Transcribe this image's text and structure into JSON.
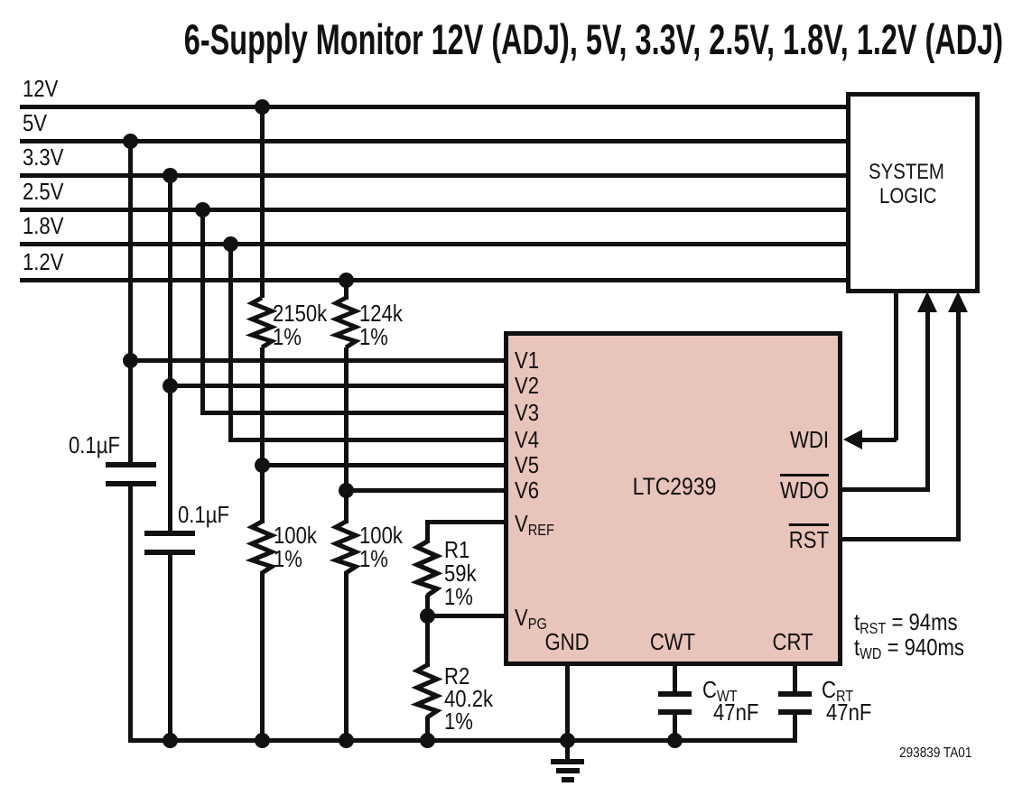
{
  "title": "6-Supply Monitor 12V (ADJ), 5V, 3.3V, 2.5V, 1.8V, 1.2V (ADJ)",
  "rails": {
    "labels": [
      "12V",
      "5V",
      "3.3V",
      "2.5V",
      "1.8V",
      "1.2V"
    ]
  },
  "system_logic": {
    "line1": "SYSTEM",
    "line2": "LOGIC"
  },
  "ic": {
    "name": "LTC2939",
    "pins": {
      "v1": "V1",
      "v2": "V2",
      "v3": "V3",
      "v4": "V4",
      "v5": "V5",
      "v6": "V6",
      "vref_main": "V",
      "vref_sub": "REF",
      "vpg_main": "V",
      "vpg_sub": "PG",
      "wdi": "WDI",
      "wdo": "WDO",
      "rst": "RST",
      "gnd": "GND",
      "cwt": "CWT",
      "crt": "CRT"
    }
  },
  "resistors": {
    "r_2150k": {
      "value": "2150k",
      "tol": "1%"
    },
    "r_124k": {
      "value": "124k",
      "tol": "1%"
    },
    "r_100k_a": {
      "value": "100k",
      "tol": "1%"
    },
    "r_100k_b": {
      "value": "100k",
      "tol": "1%"
    },
    "r1": {
      "name": "R1",
      "value": "59k",
      "tol": "1%"
    },
    "r2": {
      "name": "R2",
      "value": "40.2k",
      "tol": "1%"
    }
  },
  "capacitors": {
    "c_bypass_1": {
      "value": "0.1µF"
    },
    "c_bypass_2": {
      "value": "0.1µF"
    },
    "c_wt": {
      "main": "C",
      "sub": "WT",
      "value": "47nF"
    },
    "c_rt": {
      "main": "C",
      "sub": "RT",
      "value": "47nF"
    }
  },
  "timing": {
    "trst": {
      "main": "t",
      "sub": "RST",
      "rest": " = 94ms"
    },
    "twd": {
      "main": "t",
      "sub": "WD",
      "rest": " = 940ms"
    }
  },
  "footnote": "293839 TA01",
  "colors": {
    "ic_fill": "#e8c4bb",
    "wire": "#111111",
    "background": "#ffffff"
  }
}
